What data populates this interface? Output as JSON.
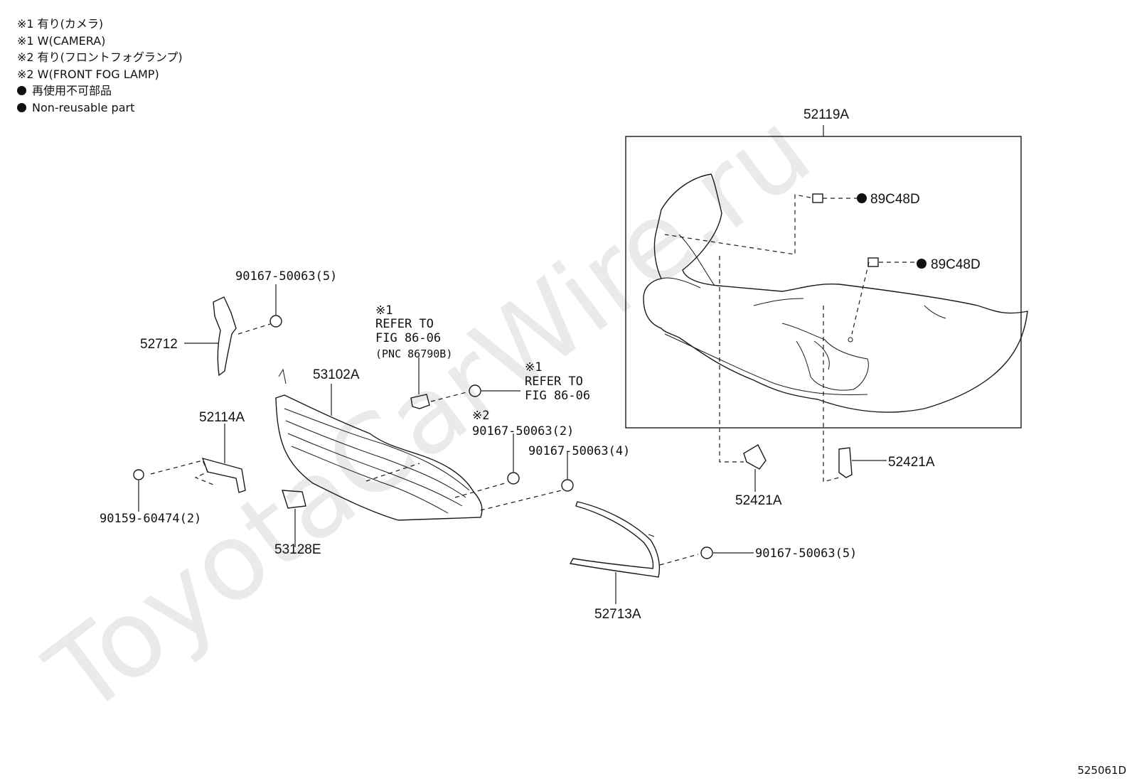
{
  "legend": {
    "line1": "※1 有り(カメラ)",
    "line2": "※1 W(CAMERA)",
    "line3": "※2 有り(フロントフォグランプ)",
    "line4": "※2 W(FRONT FOG LAMP)",
    "line5": "再使用不可部品",
    "line6": "Non-reusable part"
  },
  "watermark": "ToyotaCarWire.ru",
  "figure_code": "525061D",
  "parts": {
    "p52119A": "52119A",
    "p89C48D_a": "89C48D",
    "p89C48D_b": "89C48D",
    "p52421A_a": "52421A",
    "p52421A_b": "52421A",
    "p52712": "52712",
    "p90167_5a": "90167-50063(5)",
    "p90167_5b": "90167-50063(5)",
    "p90167_2": "90167-50063(2)",
    "p90167_4": "90167-50063(4)",
    "p53102A": "53102A",
    "p52114A": "52114A",
    "p90159": "90159-60474(2)",
    "p53128E": "53128E",
    "p52713A": "52713A"
  },
  "notes": {
    "ref1_mark": "※1",
    "ref1_line1": "REFER TO",
    "ref1_line2": "FIG 86-06",
    "ref1_line3": "(PNC 86790B)",
    "ref2_mark": "※1",
    "ref2_line1": "REFER TO",
    "ref2_line2": "FIG 86-06",
    "mark2": "※2"
  }
}
